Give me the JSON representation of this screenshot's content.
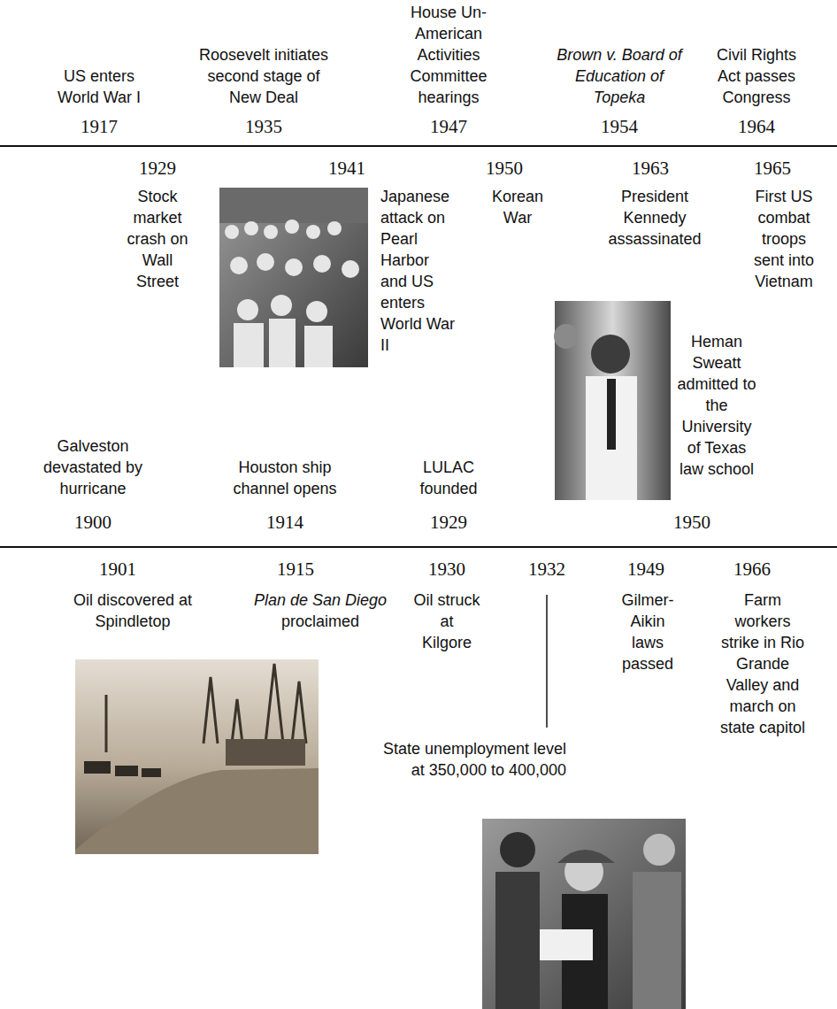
{
  "diagram": {
    "labels": [
      "US enters World War I",
      "1917",
      "Roosevelt initiates second stage of New Deal",
      "1935",
      "House Un-American Activities Committee hearings",
      "1947",
      "Brown v. Board of Education of Topeka",
      "1954",
      "Civil Rights Act passes Congress",
      "1964",
      "1929",
      "Stock market crash on Wall Street",
      "1941",
      "Japanese attack on Pearl Harbor and US enters World War II",
      "1950",
      "Korean War",
      "1963",
      "President Kennedy assassinated",
      "1965",
      "First US combat troops sent into Vietnam",
      "Heman Sweatt admitted to the University of Texas law school",
      "Galveston devastated by hurricane",
      "1900",
      "Houston ship channel opens",
      "1914",
      "LULAC founded",
      "1929",
      "1950",
      "1901",
      "Oil discovered at Spindletop",
      "1915",
      "Plan de San Diego",
      "proclaimed",
      "1930",
      "Oil struck at Kilgore",
      "1932",
      "State unemployment level at 350,000 to 400,000",
      "1949",
      "Gilmer-Aikin laws passed",
      "1966",
      "Farm workers strike in Rio Grande Valley and march on state capitol"
    ]
  }
}
